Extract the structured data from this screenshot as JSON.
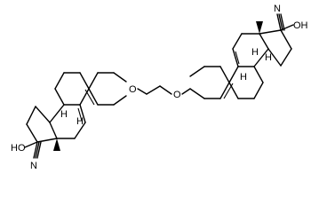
{
  "atom_labels": {
    "o_right_ring": "O",
    "o_left_ring": "O",
    "n_top": "N",
    "oh_top": "OH",
    "ho_bottom": "HO",
    "n_bottom": "N",
    "h_right_a": "H",
    "h_right_b": "H",
    "h_right_c": "H",
    "h_left_a": "H",
    "h_left_b": "H"
  }
}
